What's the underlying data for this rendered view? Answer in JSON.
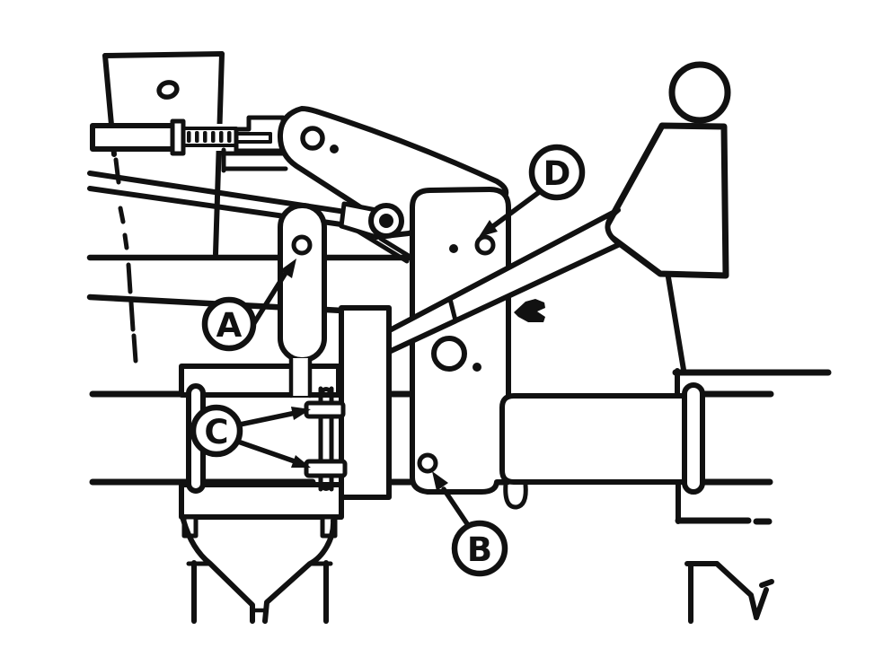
{
  "figure": {
    "type": "technical-line-diagram",
    "background_color": "#ffffff",
    "ink_color": "#111111"
  },
  "callouts": [
    {
      "label": "A"
    },
    {
      "label": "B"
    },
    {
      "label": "C"
    },
    {
      "label": "D"
    }
  ]
}
